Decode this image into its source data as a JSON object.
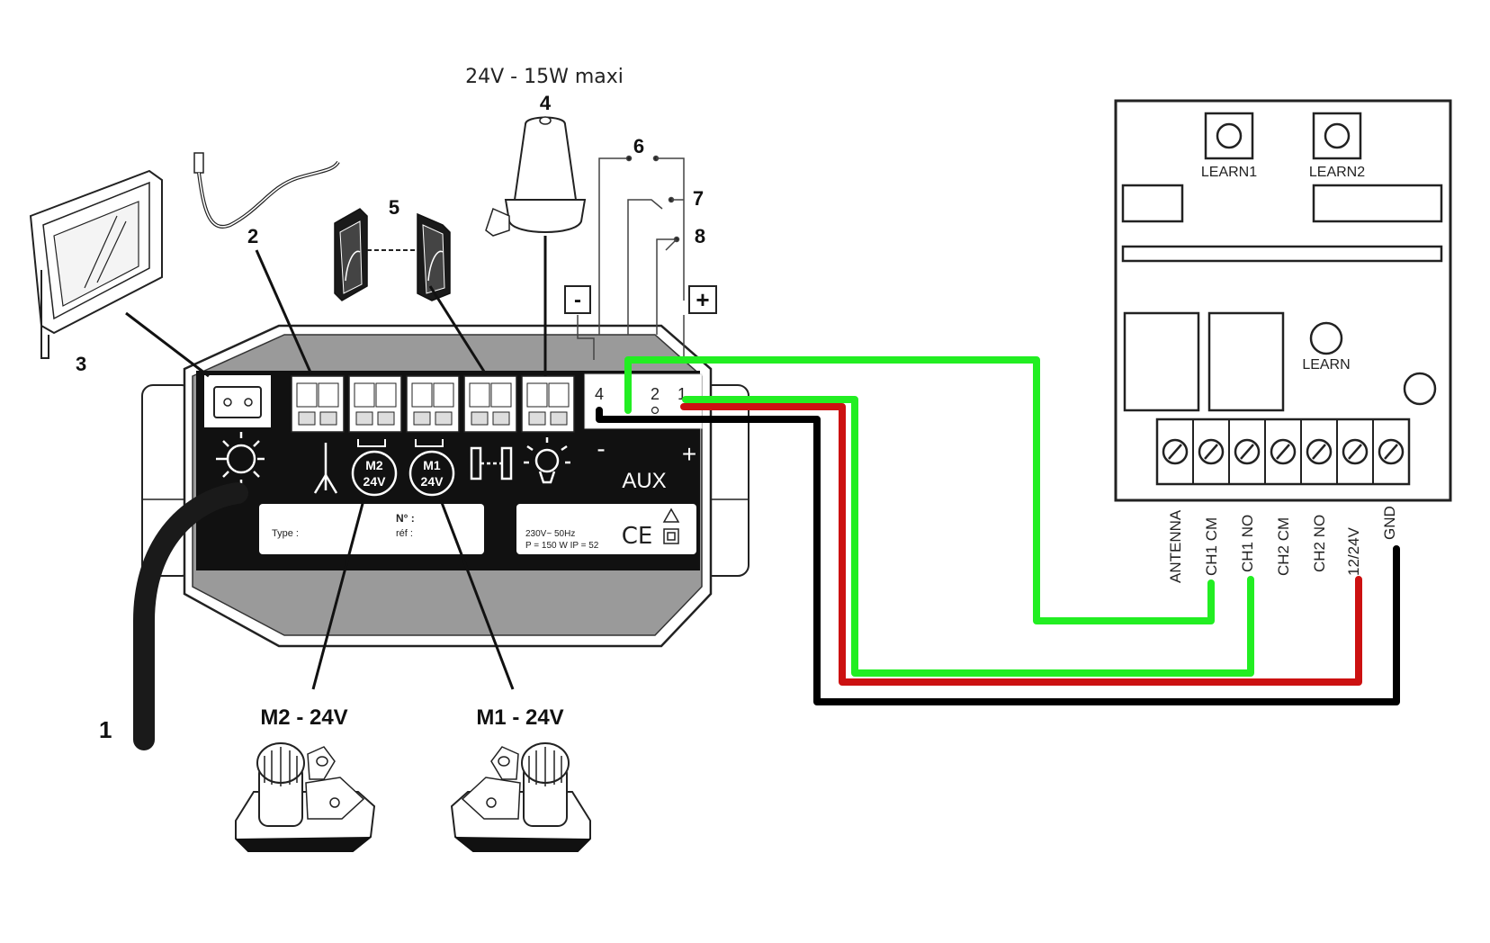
{
  "labels": {
    "flash_rating": "24V - 15W maxi",
    "n1": "1",
    "n2": "2",
    "n3": "3",
    "n4": "4",
    "n5": "5",
    "n6": "6",
    "n7": "7",
    "n8": "8",
    "minus_box": "-",
    "plus_box": "+",
    "motor2": "M2 - 24V",
    "motor1": "M1 - 24V"
  },
  "control_box": {
    "m2_symbol_top": "M2",
    "m2_symbol_bottom": "24V",
    "m1_symbol_top": "M1",
    "m1_symbol_bottom": "24V",
    "aux": "AUX",
    "aux_minus": "-",
    "aux_plus": "+",
    "aux_terminals": [
      "4",
      "2",
      "1"
    ],
    "plate_type": "Type :",
    "plate_number": "N° :",
    "plate_ref": "réf :",
    "rating_line1": "230V~  50Hz",
    "rating_line2": "P = 150 W   IP = 52",
    "ce_mark": "CE"
  },
  "receiver": {
    "learn1": "LEARN1",
    "learn2": "LEARN2",
    "learn": "LEARN",
    "terminals": [
      "ANTENNA",
      "CH1 CM",
      "CH1 NO",
      "CH2 CM",
      "CH2 NO",
      "12/24V",
      "GND"
    ]
  },
  "wires": {
    "colors": {
      "green": "#22ee22",
      "red": "#cc1111",
      "black": "#000000"
    },
    "connections": [
      {
        "from": "AUX 4",
        "to": "CH1 CM",
        "color": "green"
      },
      {
        "from": "AUX 1",
        "to": "CH1 NO",
        "color": "green"
      },
      {
        "from": "AUX 1",
        "to": "12/24V",
        "color": "red"
      },
      {
        "from": "AUX 4",
        "to": "GND",
        "color": "black"
      }
    ]
  }
}
